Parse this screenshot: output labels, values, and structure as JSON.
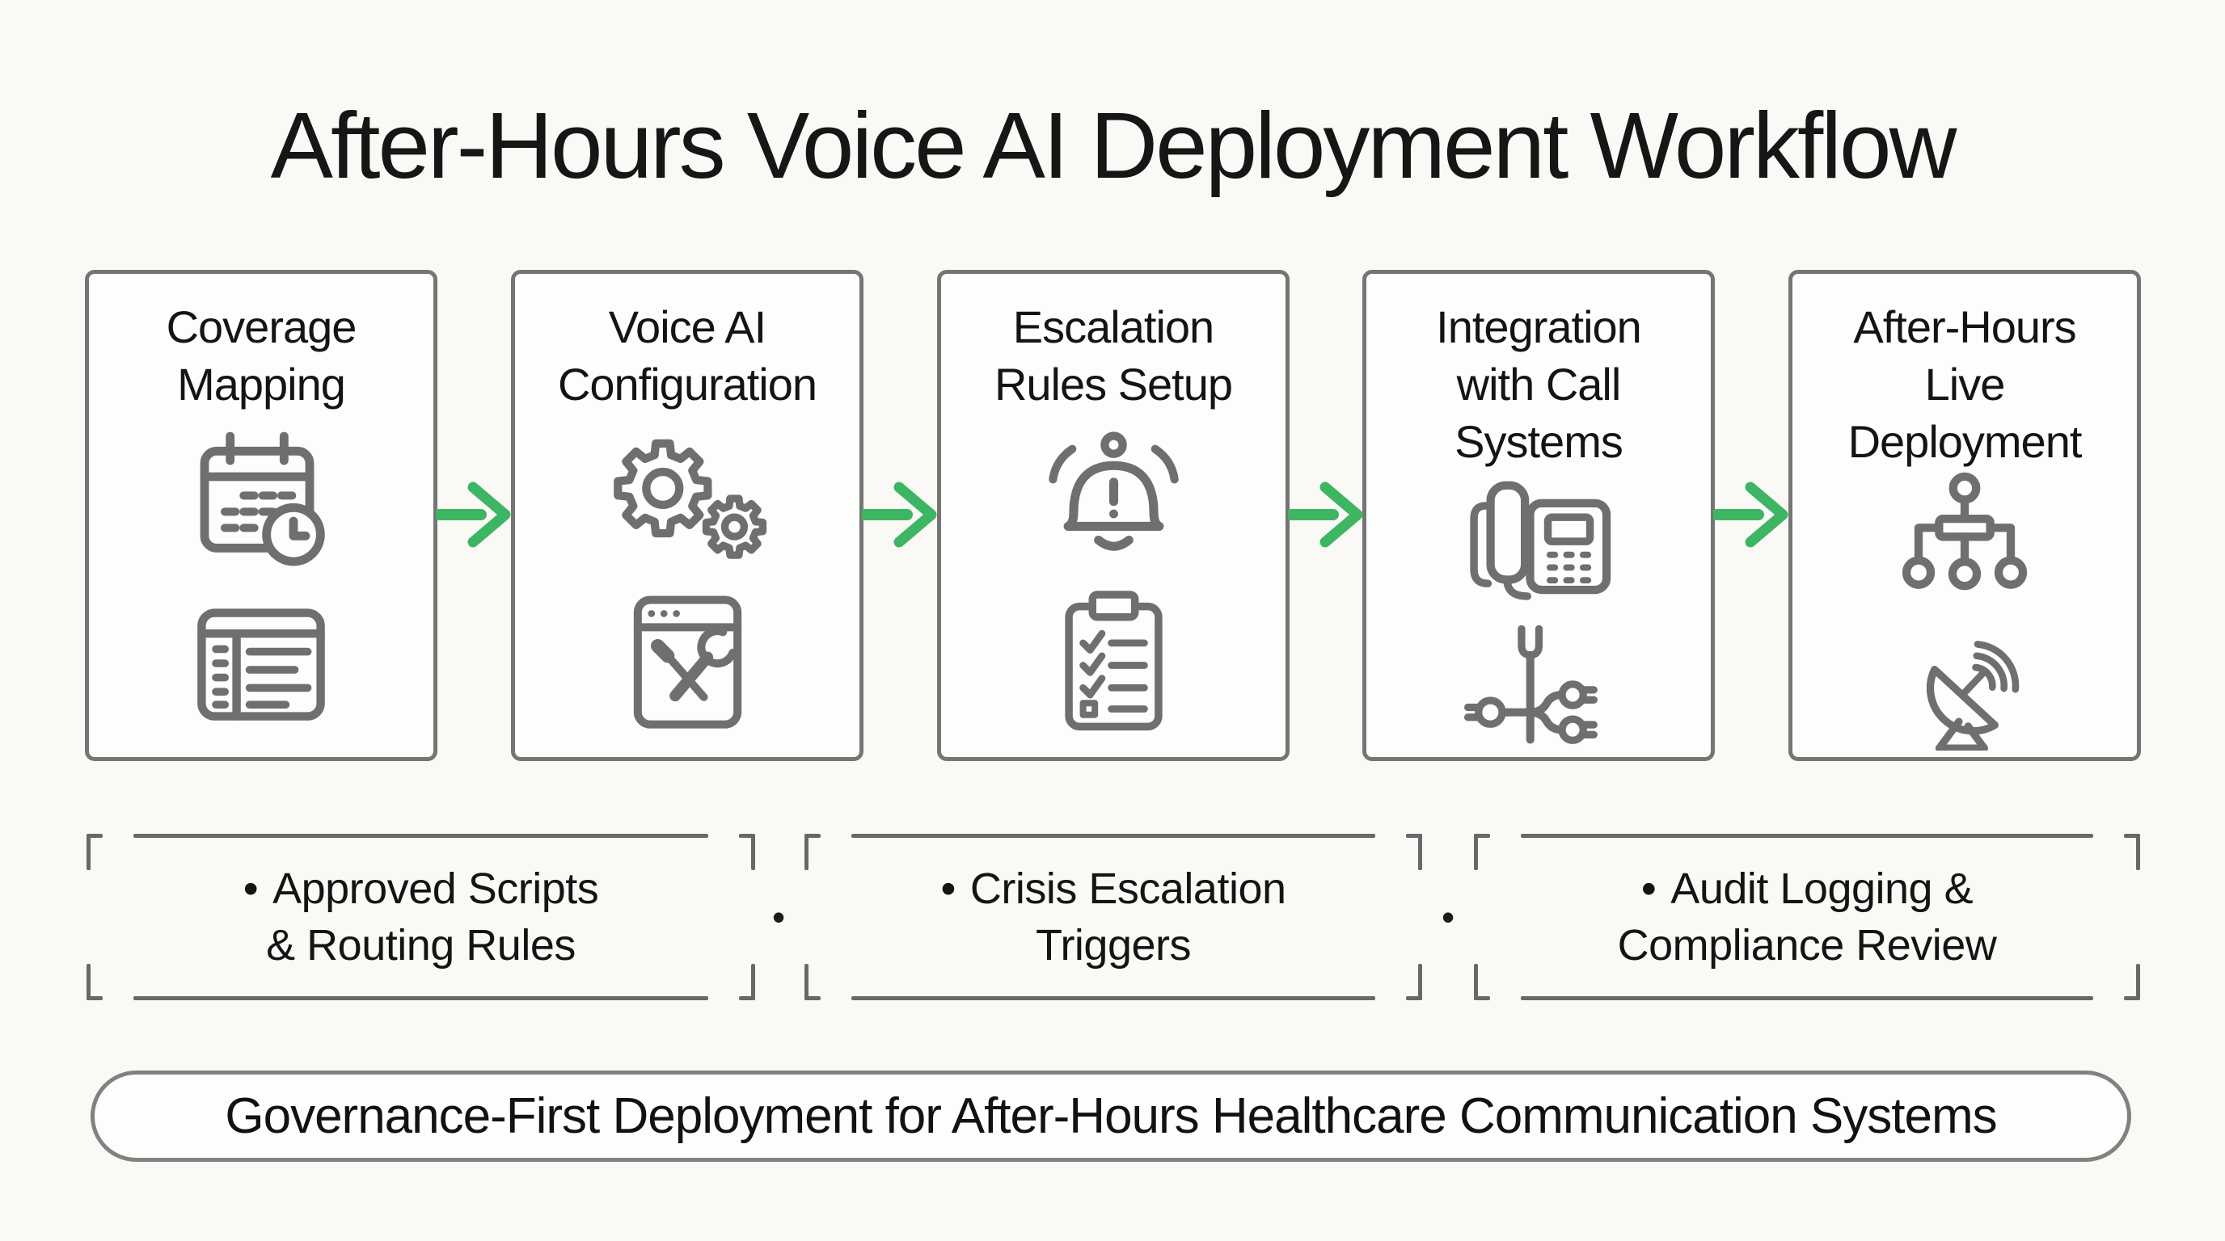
{
  "title": "After-Hours Voice AI Deployment Workflow",
  "colors": {
    "background": "#FAF9F6",
    "card_border": "#757575",
    "dashed_border": "#686868",
    "icon_stroke": "#6F6F6F",
    "arrow_green": "#3DB563",
    "text": "#141414"
  },
  "workflow": {
    "connector_icon": "arrow-right-icon",
    "steps": [
      {
        "label": "Coverage Mapping",
        "lines": [
          "Coverage",
          "Mapping"
        ],
        "icons": [
          "calendar-clock-icon",
          "data-table-icon"
        ]
      },
      {
        "label": "Voice AI Configuration",
        "lines": [
          "Voice AI",
          "Configuration"
        ],
        "icons": [
          "gears-icon",
          "browser-tools-icon"
        ]
      },
      {
        "label": "Escalation Rules Setup",
        "lines": [
          "Escalation",
          "Rules Setup"
        ],
        "icons": [
          "alert-bell-icon",
          "checklist-clipboard-icon"
        ]
      },
      {
        "label": "Integration with Call Systems",
        "lines": [
          "Integration",
          "with Call",
          "Systems"
        ],
        "icons": [
          "desk-phone-icon",
          "cable-splitter-icon"
        ]
      },
      {
        "label": "After-Hours Live Deployment",
        "lines": [
          "After-Hours",
          "Live",
          "Deployment"
        ],
        "icons": [
          "sitemap-icon",
          "satellite-dish-icon"
        ]
      }
    ]
  },
  "callouts": {
    "bullet": "•",
    "separator": "•",
    "items": [
      {
        "label": "Approved Scripts & Routing Rules",
        "lines": [
          "Approved Scripts",
          "& Routing Rules"
        ]
      },
      {
        "label": "Crisis Escalation Triggers",
        "lines": [
          "Crisis Escalation",
          "Triggers"
        ]
      },
      {
        "label": "Audit Logging & Compliance Review",
        "lines": [
          "Audit Logging &",
          "Compliance Review"
        ]
      }
    ]
  },
  "footer": {
    "text": "Governance-First Deployment for After-Hours Healthcare Communication Systems"
  }
}
